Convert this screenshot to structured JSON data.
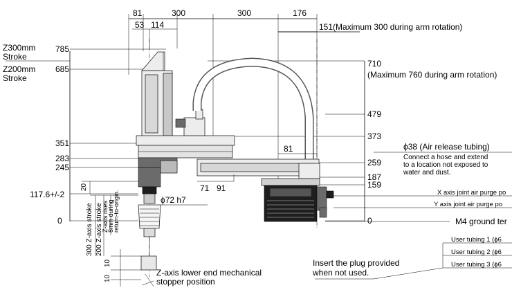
{
  "top_dims": [
    "81",
    "300",
    "300",
    "176"
  ],
  "sub_dims": [
    "53",
    "114"
  ],
  "arm_rotation_note": "151(Maximum 300 during arm rotation)",
  "left_labels": {
    "z300": "Z300mm",
    "z300_stroke": "Stroke",
    "z200": "Z200mm",
    "z200_stroke": "Stroke"
  },
  "left_heights": [
    "785",
    "685",
    "351",
    "283",
    "245",
    "117.6+/-2",
    "0"
  ],
  "right_heights": {
    "h710": "710",
    "h710_note": "(Maximum 760 during arm rotation)",
    "h479": "479",
    "h373": "373",
    "h259": "259",
    "h187": "187",
    "h159": "159",
    "h0": "0"
  },
  "inner_dims": {
    "d81": "81",
    "d71": "71",
    "d91": "91",
    "phi72": "ϕ72 h7",
    "d20": "20",
    "d10a": "10",
    "d10b": "10"
  },
  "stroke_labels": {
    "z300_axis": "300 Z-axis stroke",
    "z200_axis": "200 Z-axis stroke",
    "rise1": "Z-axis rises",
    "rise2": "8mm during",
    "rise3": "return-to-origin."
  },
  "callouts": {
    "air_tube_title": "ϕ38 (Air release tubing)",
    "air_tube_line1": "Connect a hose and extend",
    "air_tube_line2": "to a location not exposed to",
    "air_tube_line3": "water and dust.",
    "x_purge": "X axis joint air purge po",
    "y_purge": "Y axis joint air purge po",
    "ground": "M4 ground ter",
    "tube1": "User tubing 1 (ϕ6",
    "tube2": "User tubing 2 (ϕ6",
    "tube3": "User tubing 3 (ϕ6",
    "plug_line1": "Insert the plug provided",
    "plug_line2": "when not used.",
    "stopper_line1": "Z-axis lower end mechanical",
    "stopper_line2": "stopper position"
  }
}
